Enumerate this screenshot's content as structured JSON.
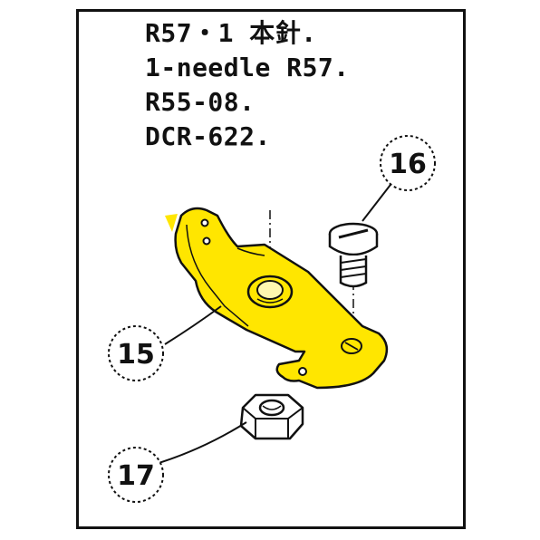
{
  "header": {
    "lines": [
      "R57・1 本針.",
      "1-needle R57.",
      "R55-08.",
      "DCR-622."
    ]
  },
  "parts": [
    {
      "number": "15",
      "icon": "bracket-plate-icon"
    },
    {
      "number": "16",
      "icon": "screw-icon"
    },
    {
      "number": "17",
      "icon": "hex-nut-icon"
    }
  ],
  "colors": {
    "highlight": "#ffe600",
    "ink": "#111111",
    "background": "#ffffff"
  }
}
